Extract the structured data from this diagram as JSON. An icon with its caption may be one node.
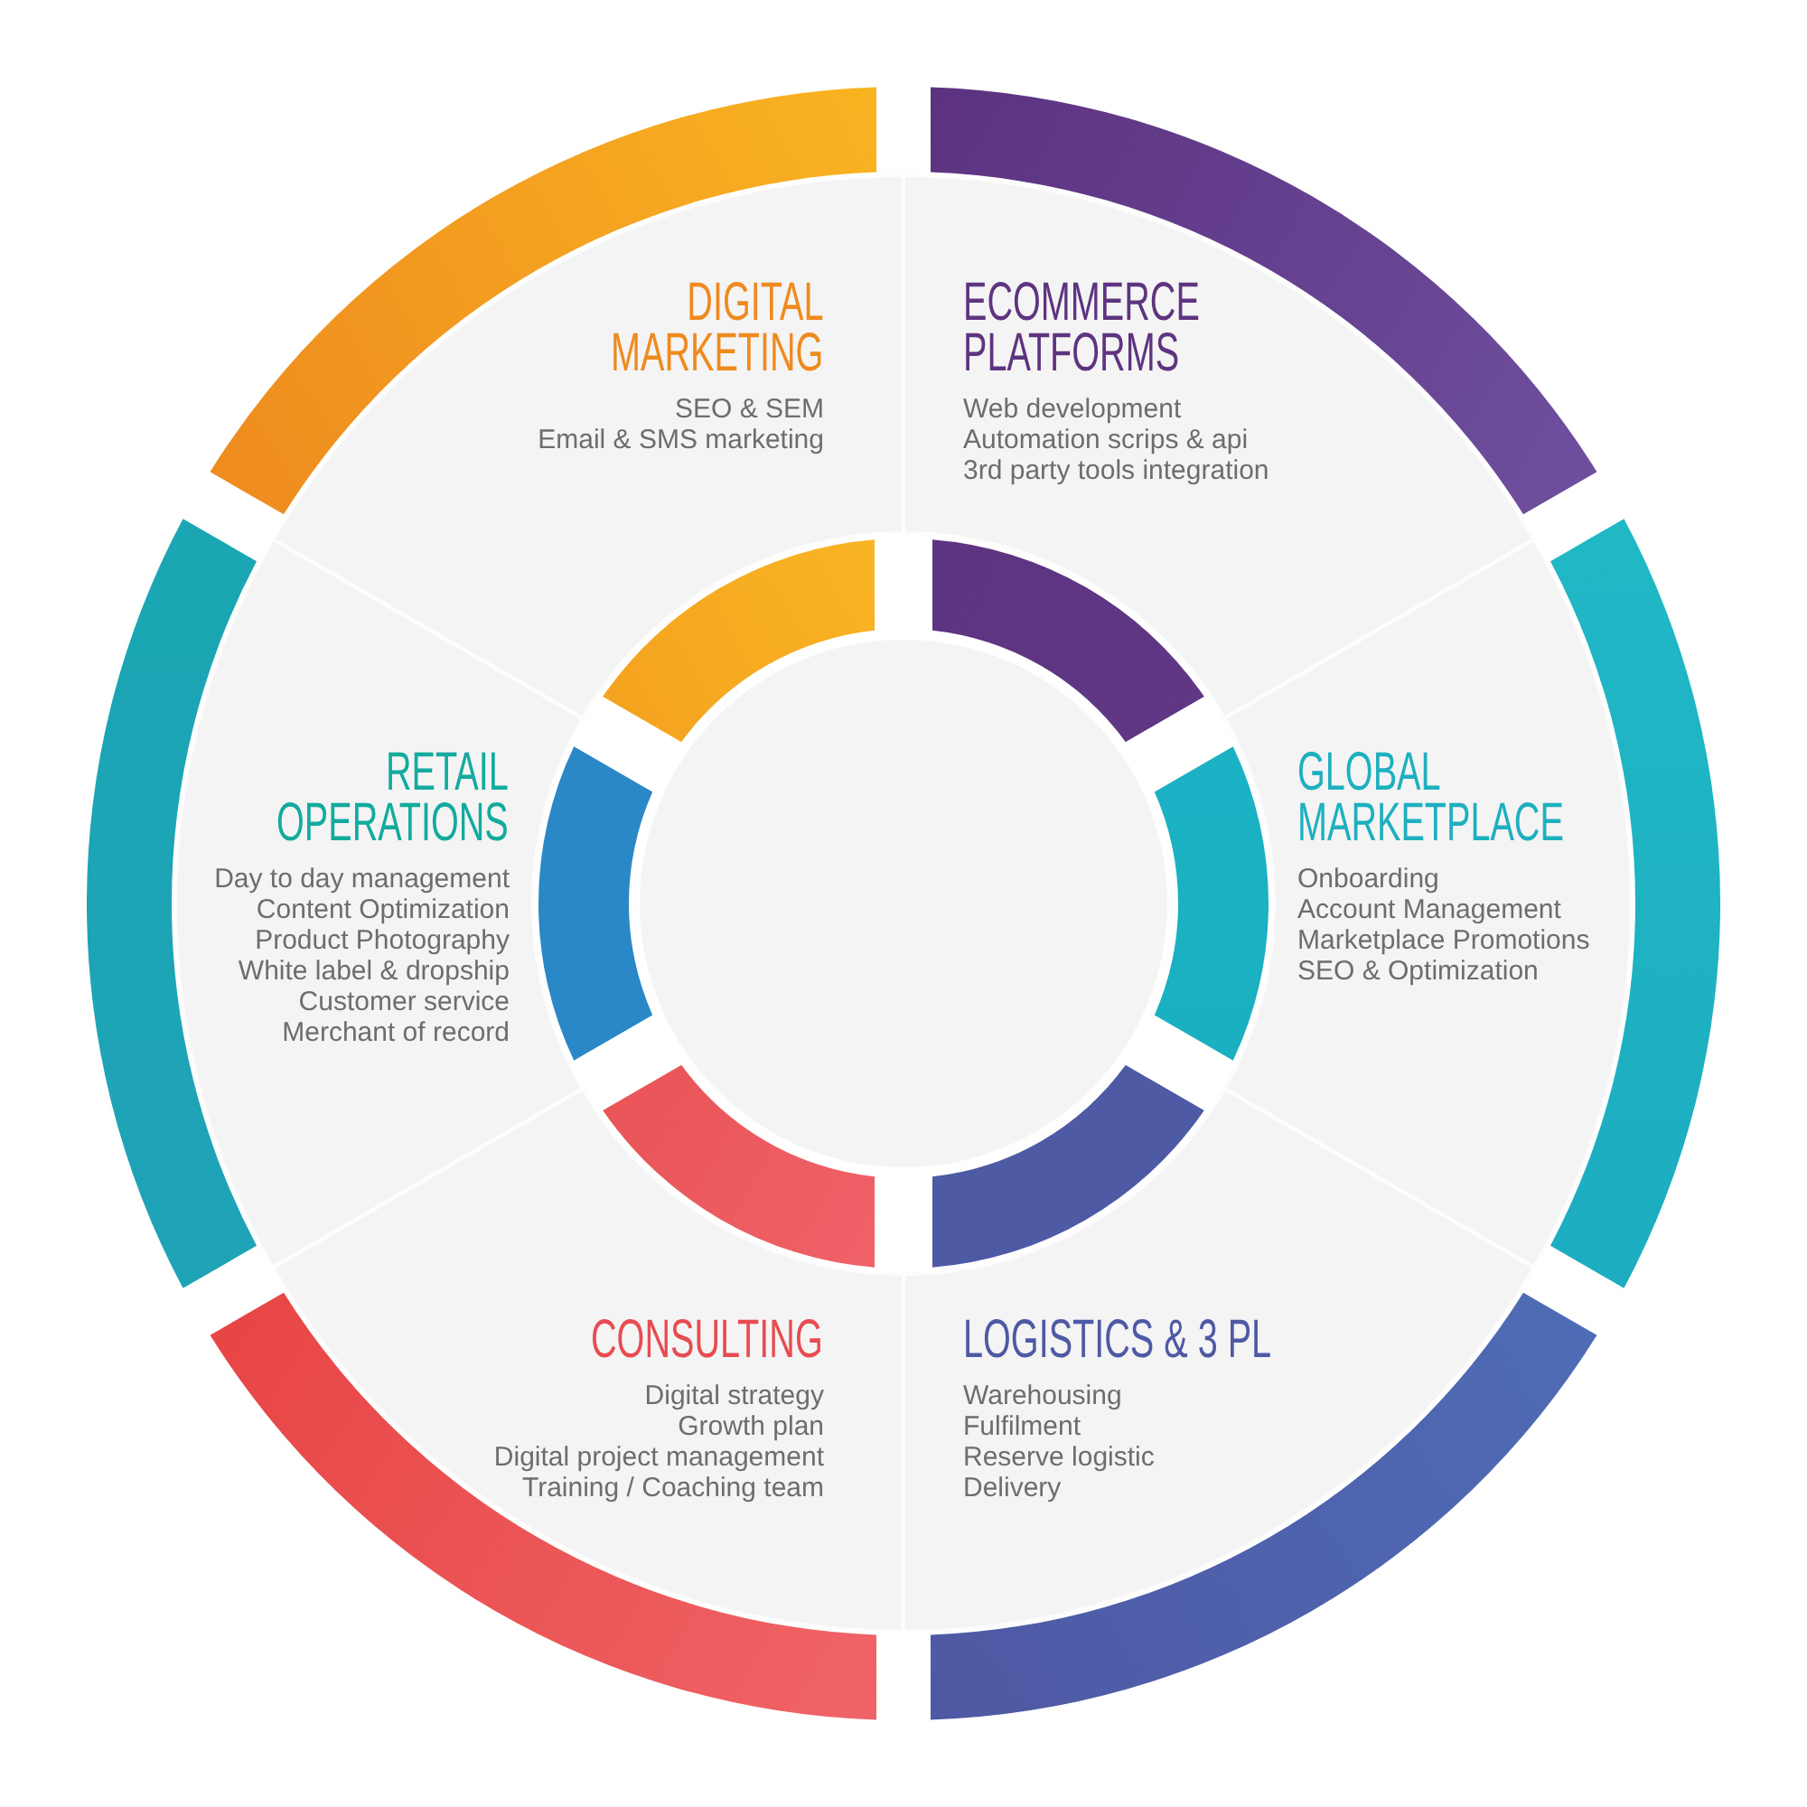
{
  "diagram": {
    "nodes": [
      {
        "text": [
          "DIGITAL MARKETING",
          "SEO & SEM",
          "Email & SMS marketing"
        ]
      },
      {
        "text": [
          "ECOMMERCE PLATFORMS",
          "Web development",
          "Automation scrips & api",
          "3rd party tools integration"
        ]
      },
      {
        "text": [
          "RETAIL OPERATIONS",
          "Day to day management",
          "Content Optimization",
          "Product Photography",
          "White label & dropship",
          "Customer service",
          "Merchant of record"
        ]
      },
      {
        "text": [
          "GLOBAL MARKETPLACE",
          "Onboarding",
          "Account Management",
          "Marketplace Promotions",
          "SEO & Optimization"
        ]
      },
      {
        "text": [
          "CONSULTING",
          "Digital strategy",
          "Growth plan",
          "Digital project management",
          "Training / Coaching team"
        ]
      },
      {
        "text": [
          "LOGISTICS & 3 PL",
          "Warehousing",
          "Fulfilment",
          "Reserve logistic",
          "Delivery"
        ]
      }
    ]
  }
}
